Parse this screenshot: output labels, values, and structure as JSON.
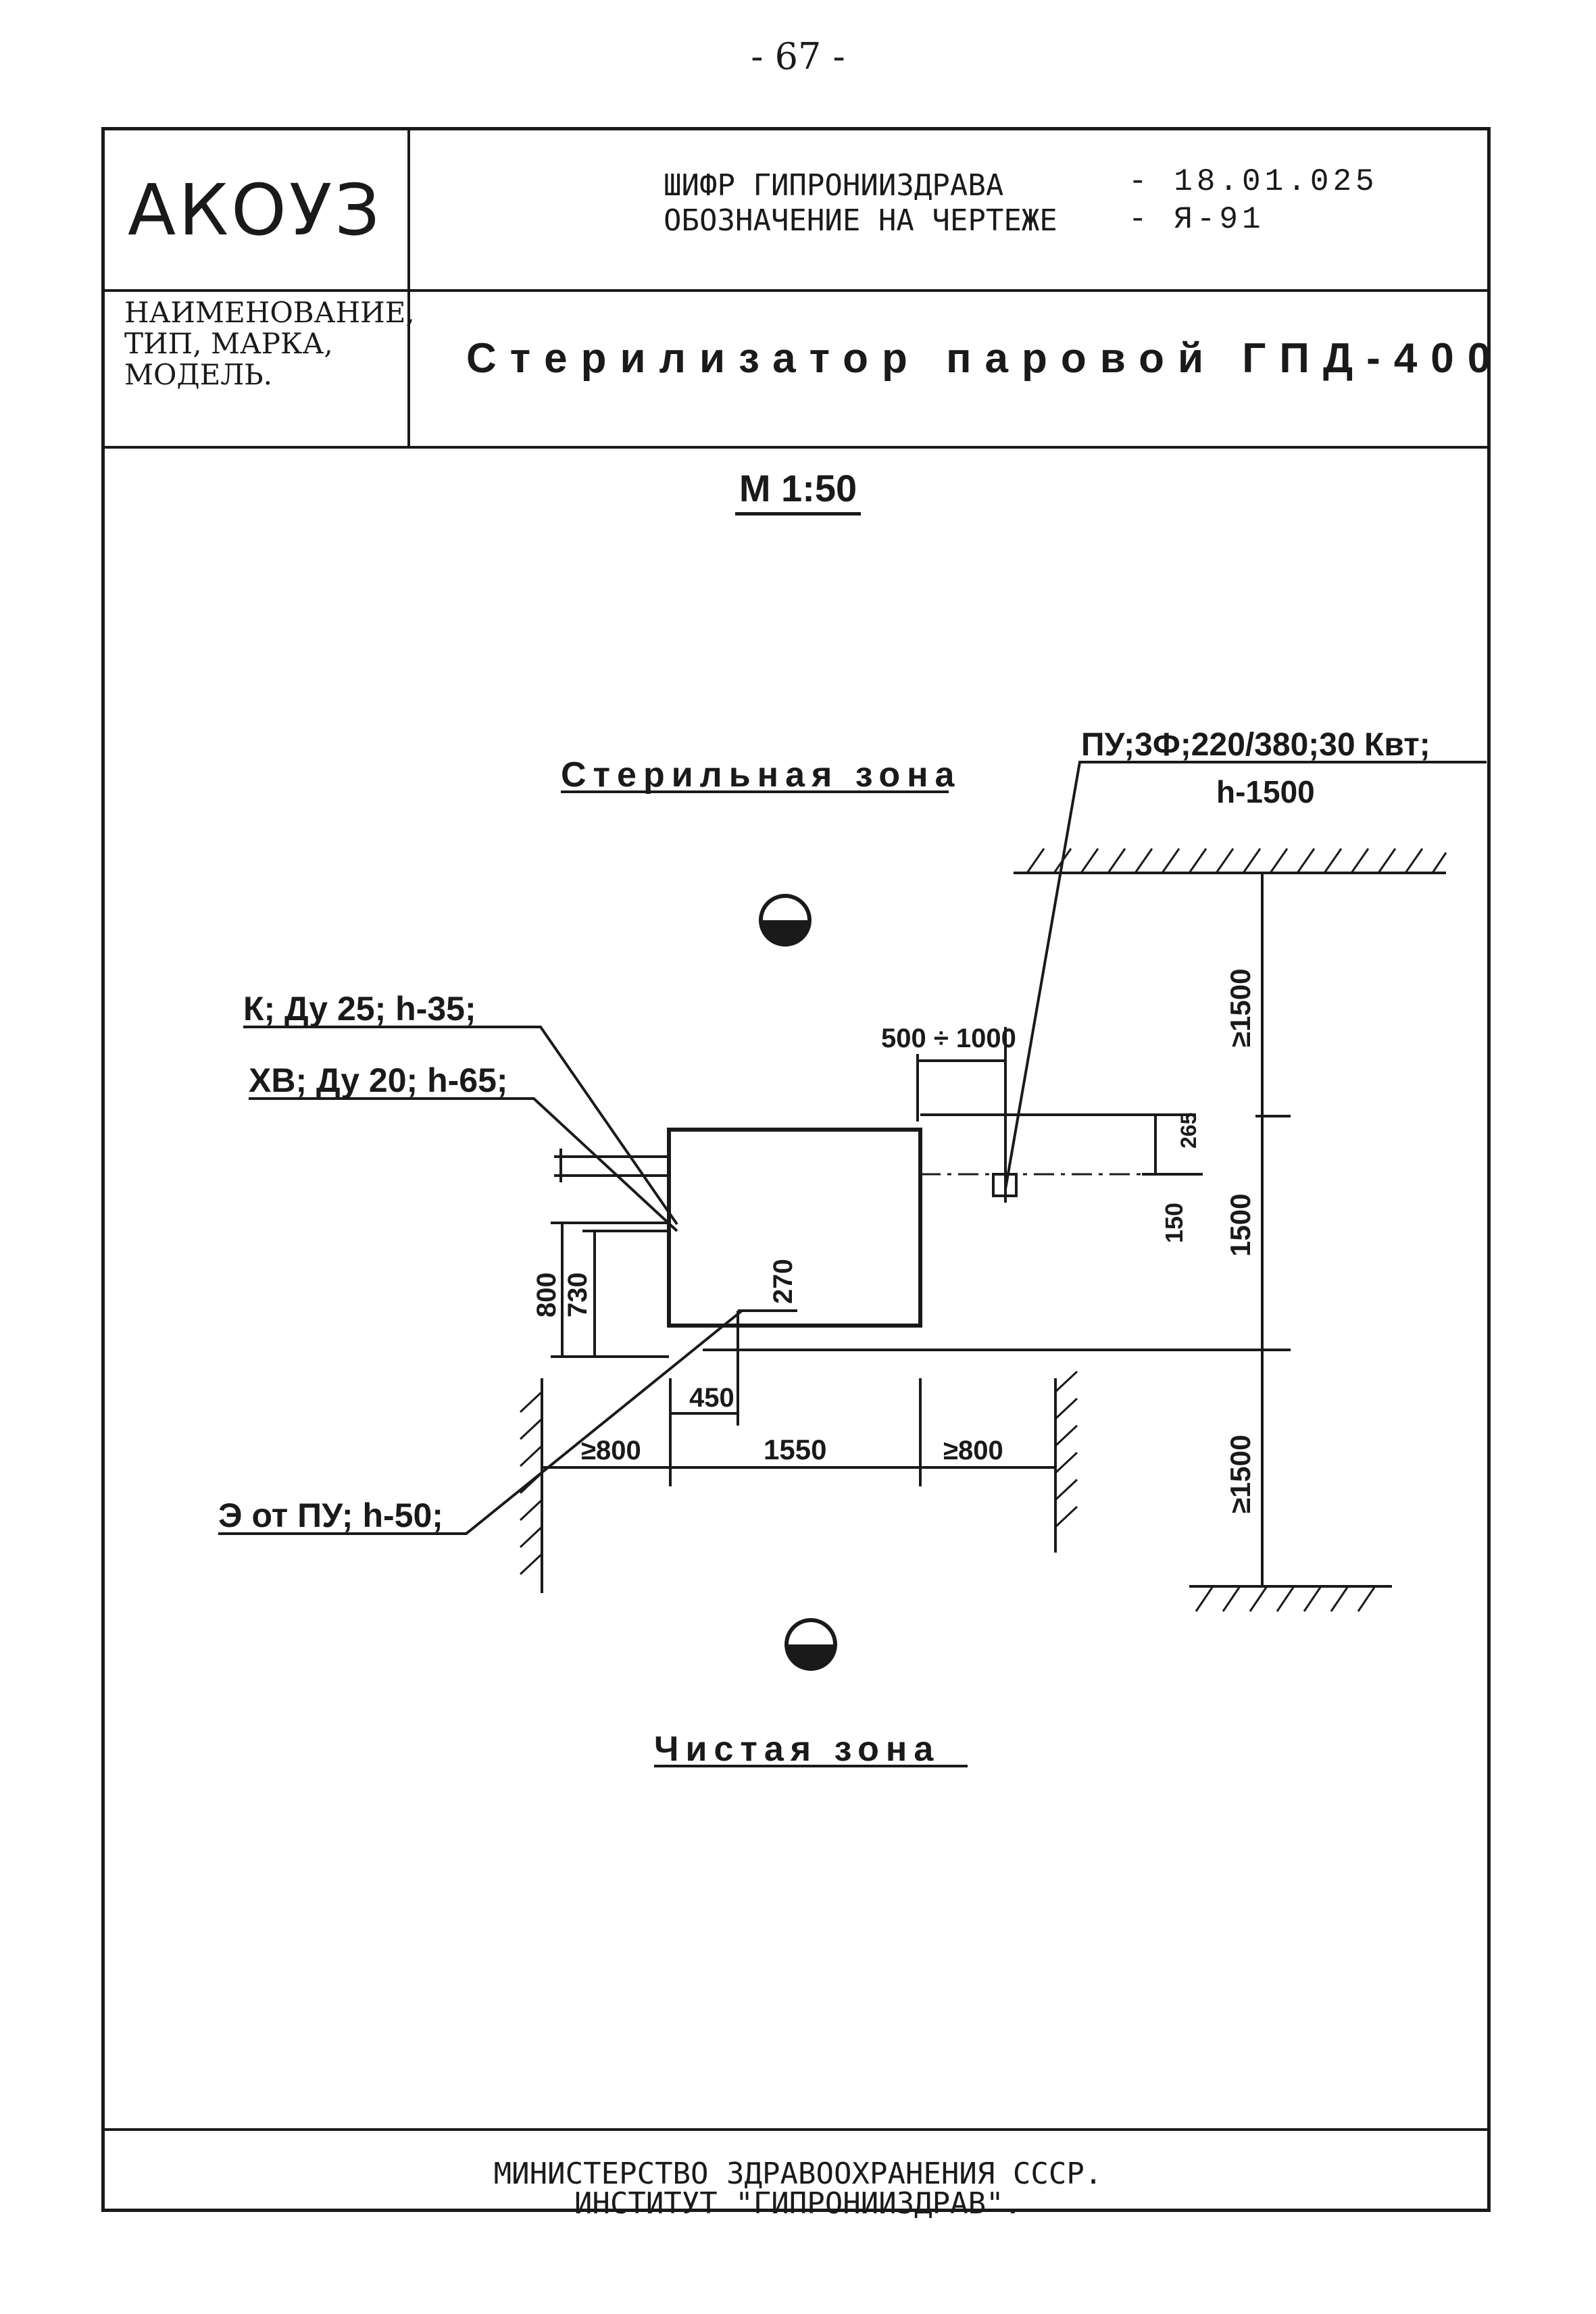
{
  "page_number": "- 67 -",
  "header": {
    "logo": "АКОУЗ",
    "code_label_1": "ШИФР ГИПРОНИИЗДРАВА",
    "code_value_1": "- 18.01.025",
    "code_label_2": "ОБОЗНАЧЕНИЕ НА ЧЕРТЕЖЕ",
    "code_value_2": "- Я-91",
    "naming_line_1": "НАИМЕНОВАНИЕ,",
    "naming_line_2": "ТИП, МАРКА,",
    "naming_line_3": "МОДЕЛЬ.",
    "title": "Стерилизатор паровой ГПД-400"
  },
  "drawing": {
    "scale": "М 1:50",
    "sterile_zone": "Стерильная зона",
    "clean_zone": "Чистая зона",
    "power_label_1": "ПУ;3Ф;220/380;30 Квт;",
    "power_label_2": "h-1500",
    "callout_k": "К; Ду 25; h-35;",
    "callout_xv": "ХВ; Ду 20; h-65;",
    "callout_e": "Э от ПУ; h-50;",
    "dim_500_1000": "500 ÷ 1000",
    "dim_1500_top": "≥1500",
    "dim_1500_mid": "1500",
    "dim_1500_bot": "≥1500",
    "dim_265": "265",
    "dim_150": "150",
    "dim_800_v": "800",
    "dim_730": "730",
    "dim_270": "270",
    "dim_450": "450",
    "dim_800_left": "≥800",
    "dim_1550": "1550",
    "dim_800_right": "≥800"
  },
  "footer": {
    "line_1": "МИНИСТЕРСТВО ЗДРАВООХРАНЕНИЯ СССР.",
    "line_2": "ИНСТИТУТ \"ГИПРОНИИЗДРАВ\"."
  }
}
